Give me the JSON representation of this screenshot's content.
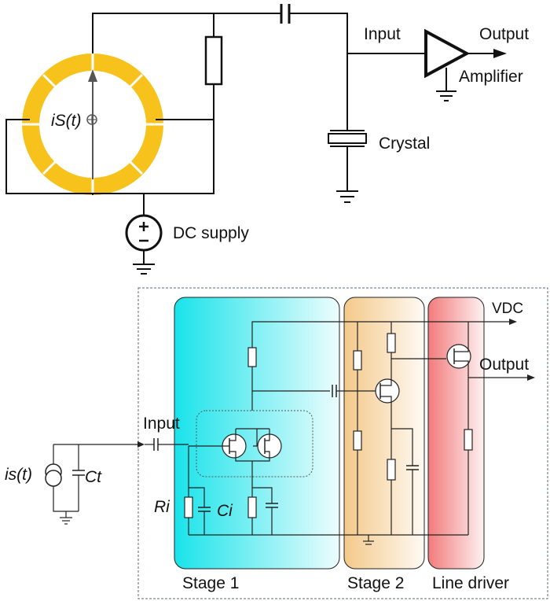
{
  "top": {
    "input_label": "Input",
    "output_label": "Output",
    "amplifier_label": "Amplifier",
    "crystal_label": "Crystal",
    "dc_supply_label": "DC supply",
    "source_label": "iS(t)",
    "ring_color": "#F7C21B"
  },
  "bottom": {
    "vdc_label": "VDC",
    "output_label": "Output",
    "input_label": "Input",
    "source_label": "is(t)",
    "ct_label": "Ct",
    "ri_label": "Ri",
    "ci_label": "Ci",
    "stage1_label": "Stage 1",
    "stage2_label": "Stage 2",
    "line_driver_label": "Line driver",
    "stage1_color": "#19E3EA",
    "stage2_color": "#F4C98A",
    "line_driver_color": "#F27B7B"
  }
}
